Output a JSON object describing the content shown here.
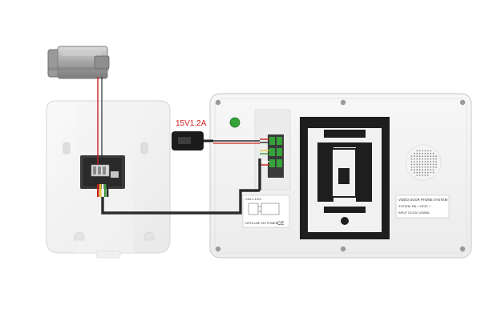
{
  "power_supply": {
    "label": "15V1.2A"
  },
  "monitor": {
    "sticker_title": "VIDEO DOOR PHONE SYSTEM",
    "sticker_line1": "SYSTEM: PAL □  NTSC □",
    "sticker_line2": "INPUT:  DC15V   1200MA",
    "wiring_label_title": "CD9-1-1/2/3",
    "wiring_label_bottom": "NOTE:USE 15V POWER",
    "ce_mark": "CE"
  },
  "colors": {
    "wire_red": "#c8211e",
    "wire_dark": "#2c2c2c",
    "wire_yellow": "#e9c53a",
    "wire_green": "#3e9a3a",
    "accent_text": "#d42020"
  }
}
